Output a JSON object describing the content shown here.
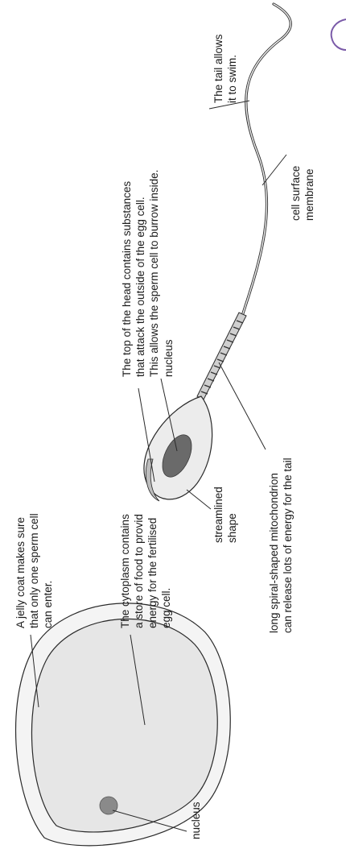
{
  "egg_cell": {
    "jelly_coat_lines": [
      "A jelly coat makes sure",
      "that only one sperm cell",
      "can enter."
    ],
    "cytoplasm_lines": [
      "The cytoplasm contains",
      "a store of food to provid",
      "energy for the fertilised",
      "egg cell."
    ],
    "nucleus": "nucleus"
  },
  "sperm_cell": {
    "head_top_lines": [
      "The top of the head contains substances",
      "that attack the outside of the egg cell.",
      "This allows the sperm cell to burrow inside."
    ],
    "nucleus": "nucleus",
    "streamlined_lines": [
      "streamlined",
      "shape"
    ],
    "mitochondrion_lines": [
      "long spiral-shaped mitochondrion",
      "can release lots of energy for the tail"
    ],
    "membrane_lines": [
      "cell surface",
      "membrane"
    ],
    "tail_lines": [
      "The tail allows",
      "it to swim."
    ]
  },
  "colors": {
    "egg_fill": "#e6e6e6",
    "egg_nucleus": "#8a8a8a",
    "sperm_nucleus": "#6a6a6a",
    "line": "#2a2a2a"
  }
}
